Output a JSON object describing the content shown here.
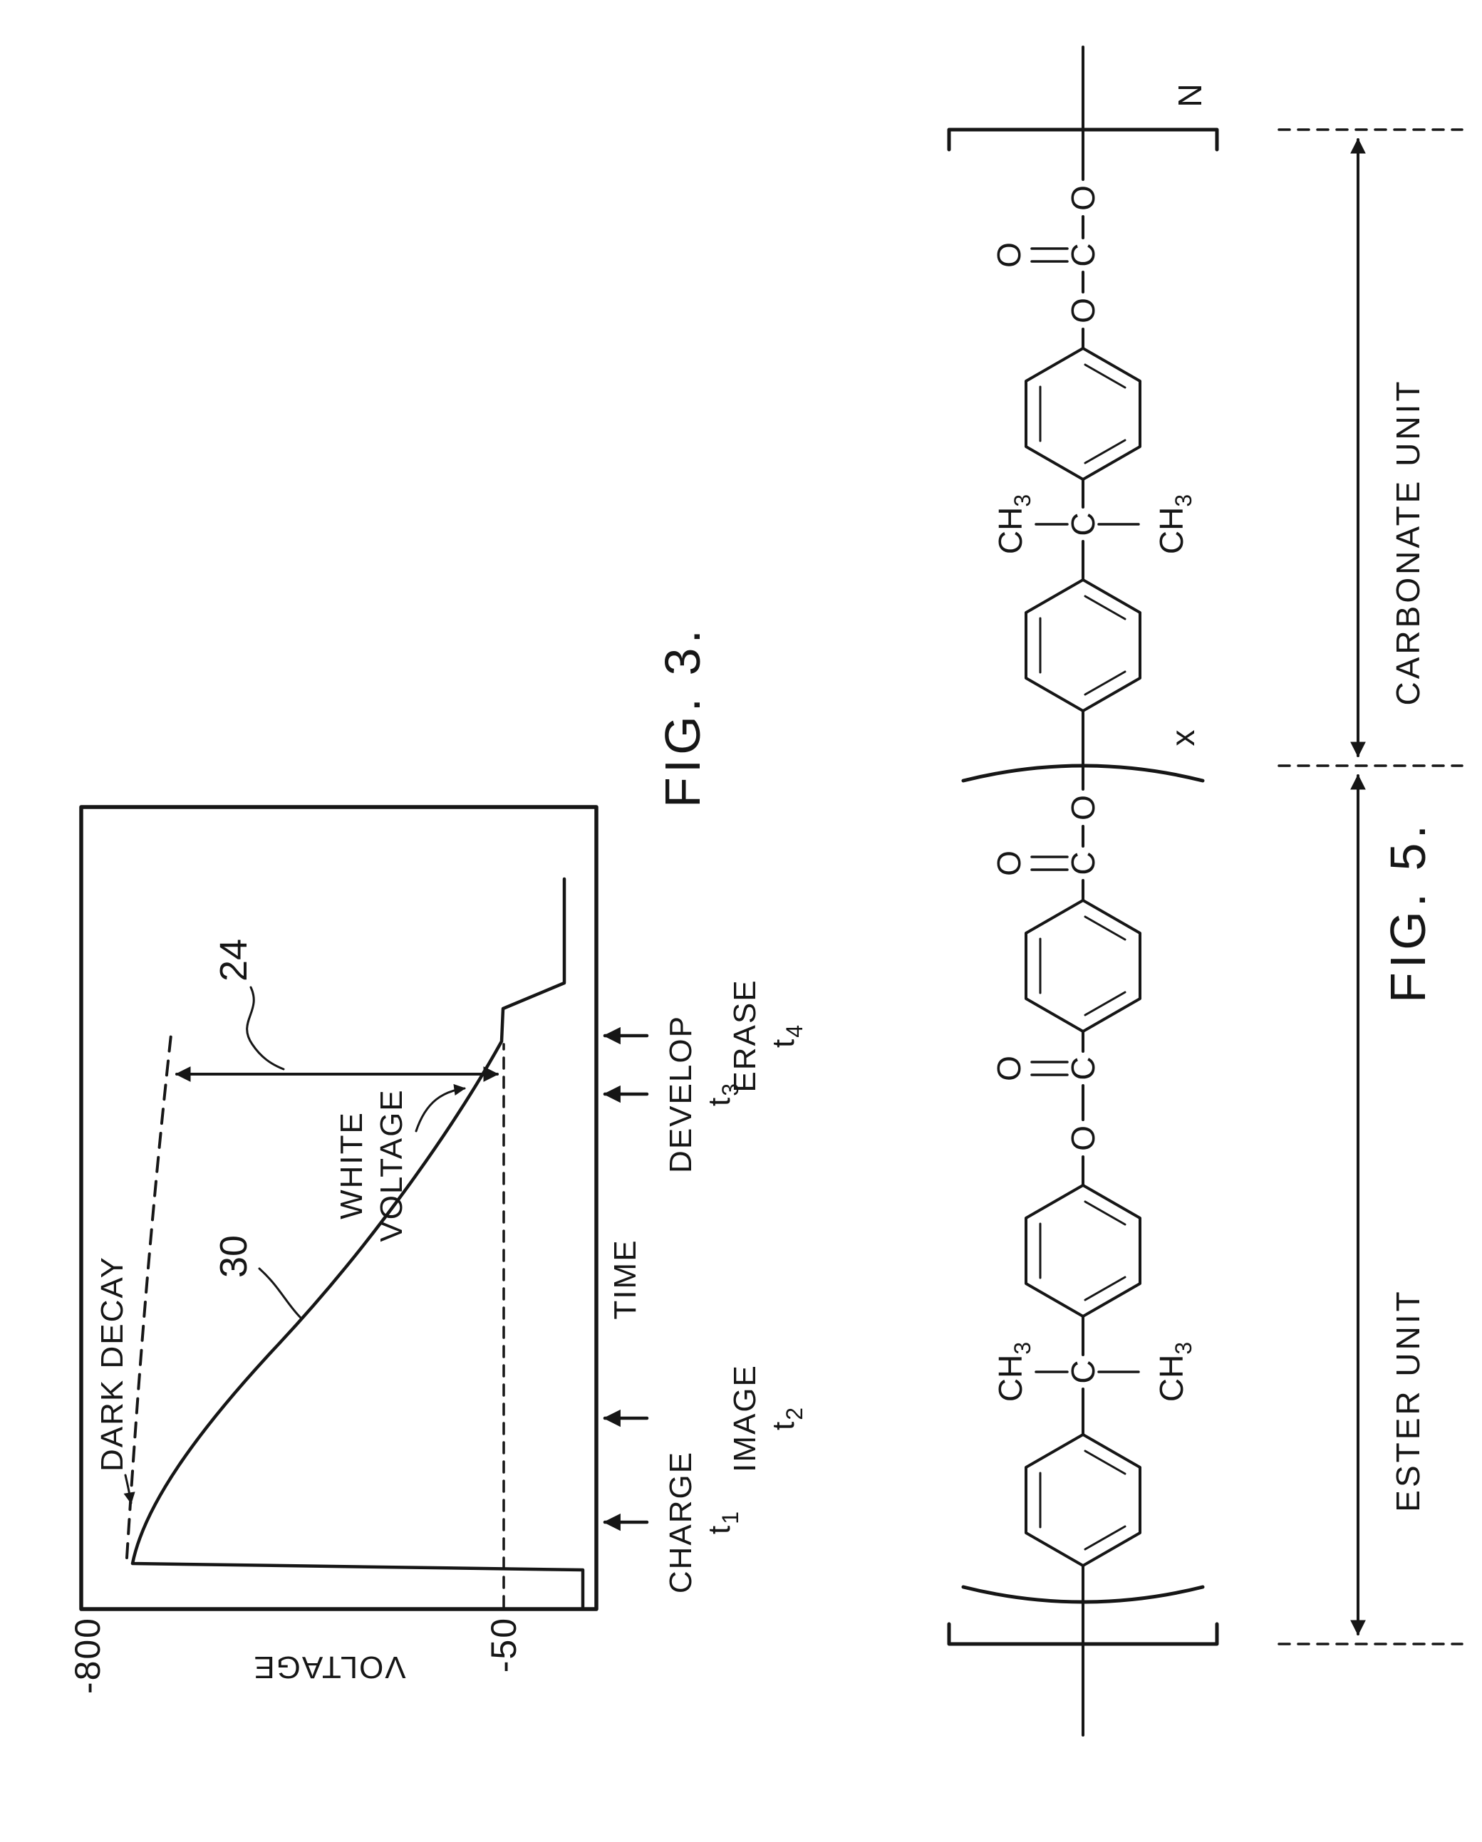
{
  "fig3": {
    "label": "FIG. 3.",
    "y_axis": {
      "title": "VOLTAGE",
      "tick_top": "-800",
      "tick_white": "-50"
    },
    "x_axis": {
      "title": "TIME",
      "events": [
        {
          "name": "CHARGE",
          "t": "t",
          "sub": "1"
        },
        {
          "name": "IMAGE",
          "t": "t",
          "sub": "2"
        },
        {
          "name": "DEVELOP",
          "t": "t",
          "sub": "3"
        },
        {
          "name": "ERASE",
          "t": "t",
          "sub": "4"
        }
      ]
    },
    "annotations": {
      "dark_decay": "DARK DECAY",
      "curve_number": "30",
      "contrast_number": "24",
      "white_line1": "WHITE",
      "white_line2": "VOLTAGE"
    }
  },
  "fig5": {
    "label": "FIG. 5.",
    "atoms": {
      "c": "C",
      "o": "O",
      "ch": "CH",
      "sub3": "3"
    },
    "subscripts": {
      "repeat_x": "x",
      "repeat_n": "N"
    },
    "units": {
      "ester": "ESTER UNIT",
      "carbonate": "CARBONATE UNIT"
    }
  },
  "chart_data": {
    "type": "line",
    "title": "FIG. 3.",
    "xlabel": "TIME",
    "ylabel": "VOLTAGE",
    "y_tick_labels": [
      "-800",
      "-50"
    ],
    "x_event_labels": [
      "CHARGE t1",
      "IMAGE t2",
      "DEVELOP t3",
      "ERASE t4"
    ],
    "series": [
      {
        "name": "surface potential curve 30",
        "style": "solid",
        "x": [
          0,
          0.6,
          0.7,
          2.0,
          3.5,
          5.0,
          6.2,
          7.0,
          7.6,
          8.0,
          9.6
        ],
        "y": [
          0,
          0,
          -800,
          -690,
          -480,
          -250,
          -90,
          -50,
          -50,
          -15,
          -15
        ]
      },
      {
        "name": "dark decay",
        "style": "dashed",
        "x": [
          0.7,
          7.2
        ],
        "y": [
          -800,
          -745
        ]
      }
    ],
    "annotations": [
      "DARK DECAY",
      "30",
      "24 = contrast between dark-decay potential and -50 white voltage at develop",
      "WHITE VOLTAGE"
    ],
    "layout": "entire figure drawn in landscape and rotated 90 deg CCW on the sheet; voltage axis negative upward; schematic time axis"
  }
}
